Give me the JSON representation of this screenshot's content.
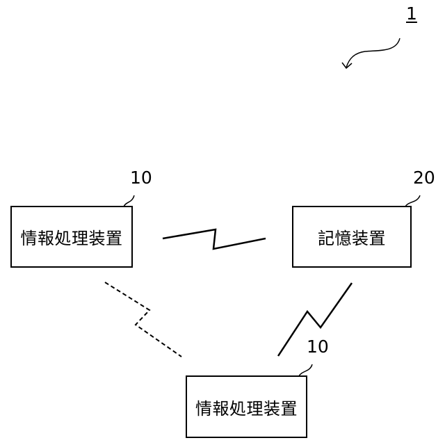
{
  "system": {
    "ref": "1"
  },
  "nodes": [
    {
      "id": "device-top-left",
      "label": "情報処理装置",
      "ref": "10"
    },
    {
      "id": "storage",
      "label": "記憶装置",
      "ref": "20"
    },
    {
      "id": "device-bottom",
      "label": "情報処理装置",
      "ref": "10"
    }
  ],
  "connections": [
    {
      "from": "device-top-left",
      "to": "storage",
      "style": "wireless-solid"
    },
    {
      "from": "storage",
      "to": "device-bottom",
      "style": "wireless-solid"
    },
    {
      "from": "device-top-left",
      "to": "device-bottom",
      "style": "wireless-dashed"
    }
  ]
}
